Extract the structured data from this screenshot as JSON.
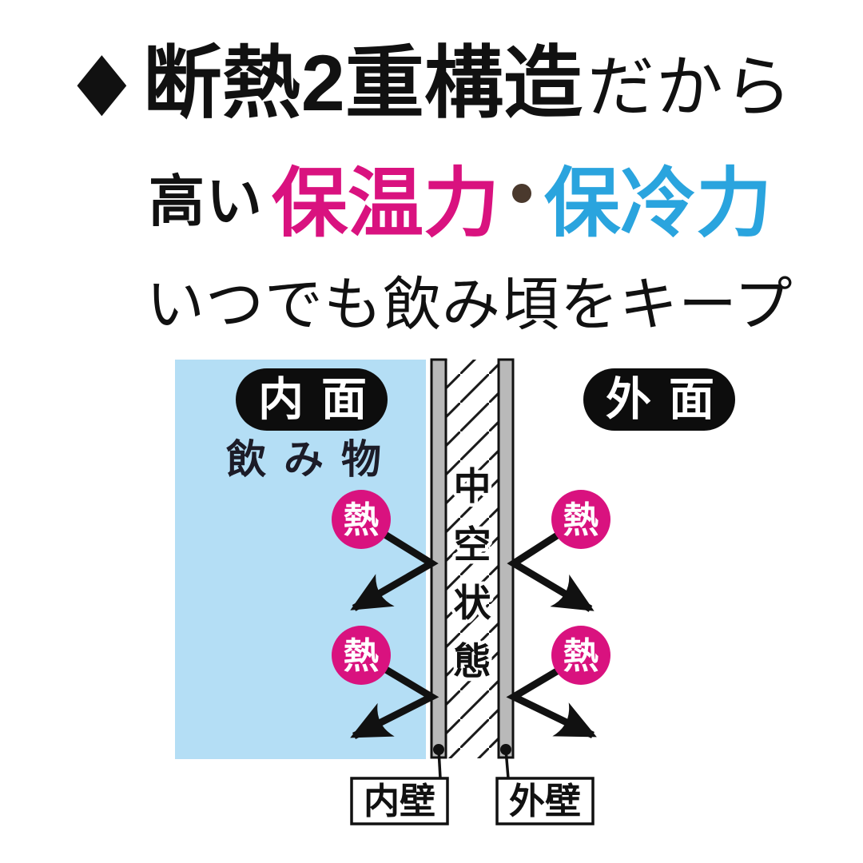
{
  "heading": {
    "diamond": "◆",
    "line1_bold": "断熱2重構造",
    "line1_rest": "だから",
    "line2_prefix": "高い",
    "line2_hot": "保温力",
    "line2_separator": "・",
    "line2_cold": "保冷力",
    "line3": "いつでも飲み頃をキープ"
  },
  "diagram": {
    "inner_side_badge": "内面",
    "outer_side_badge": "外面",
    "drink_label": "飲み物",
    "cavity_label": "中空状態",
    "heat_label": "熱",
    "inner_wall_label": "内壁",
    "outer_wall_label": "外壁"
  },
  "colors": {
    "hot_pink": "#d9127f",
    "cool_blue": "#2aa4de",
    "separator_brown": "#4a392d",
    "drink_fill_blue": "#b4def5",
    "wall_gray": "#b9b9b9",
    "ink_black": "#111111",
    "badge_black": "#0d0d0d"
  }
}
